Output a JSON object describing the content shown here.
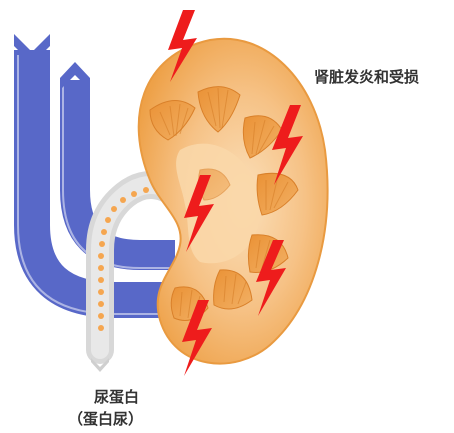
{
  "labels": {
    "kidney_damage": "肾脏发炎和受损",
    "proteinuria": "尿蛋白",
    "proteinuria_paren": "（蛋白尿）"
  },
  "colors": {
    "vessel": "#5868c8",
    "vessel_stripe": "#ffffff",
    "kidney_outer": "#f2a64a",
    "kidney_inner": "#f8c990",
    "pyramid": "#ec9a3c",
    "pyramid_line": "#d9802a",
    "ureter": "#dcdcdc",
    "protein_dots": "#f5a650",
    "lightning": "#ee1c1c",
    "text": "#333333"
  },
  "icons": [
    "lightning-bolt-icon",
    "up-arrow-chevron-icon",
    "down-arrow-chevron-icon"
  ]
}
